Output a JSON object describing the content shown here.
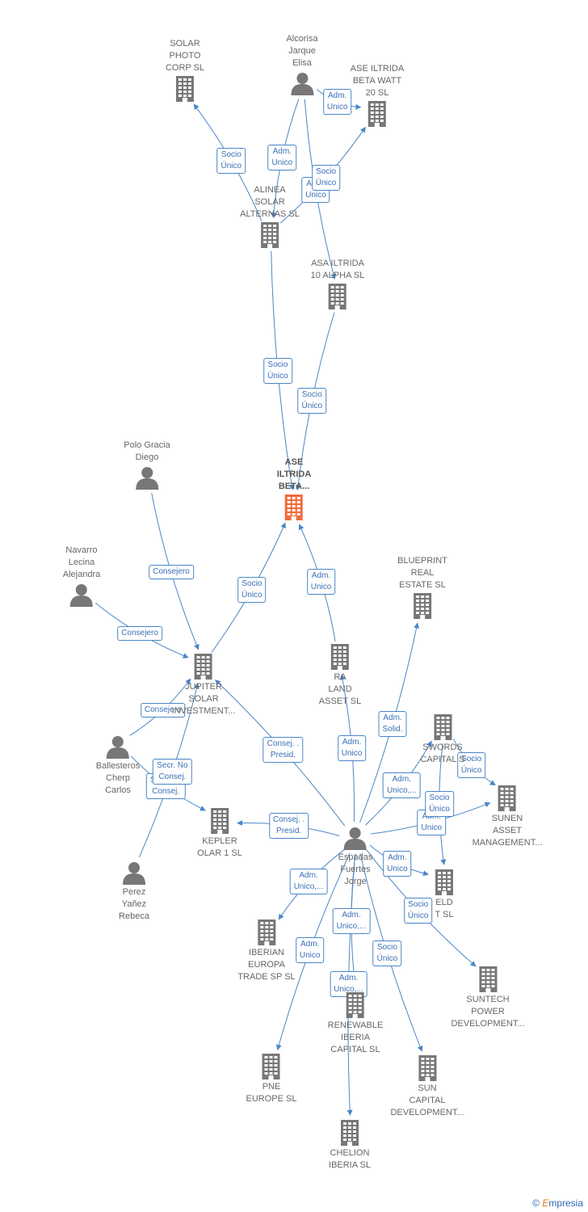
{
  "icons": {
    "person": "person-icon",
    "company": "building-icon",
    "company_main": "building-icon-highlighted"
  },
  "colors": {
    "edge": "#4a86c8",
    "label_text": "#3b6fb6",
    "node_text": "#666666",
    "icon": "#777777",
    "icon_main": "#f26a3c"
  },
  "nodes": [
    {
      "id": "solar_photo",
      "name": "SOLAR\nPHOTO\nCORP SL",
      "type": "company"
    },
    {
      "id": "alcorisa",
      "name": "Alcorisa\nJarque\nElisa",
      "type": "person"
    },
    {
      "id": "ase_beta_watt",
      "name": "ASE ILTRIDA\nBETA WATT\n20  SL",
      "type": "company"
    },
    {
      "id": "alinea",
      "name": "ALINEA\nSOLAR\nALTERNAS SL",
      "type": "company"
    },
    {
      "id": "asa_alpha",
      "name": "ASA ILTRIDA\n10 ALPHA  SL",
      "type": "company"
    },
    {
      "id": "ase_main",
      "name": "ASE\nILTRIDA\nBETA...",
      "type": "company_main"
    },
    {
      "id": "polo",
      "name": "Polo Gracia\nDiego",
      "type": "person"
    },
    {
      "id": "navarro",
      "name": "Navarro\nLecina\nAlejandra",
      "type": "person"
    },
    {
      "id": "jupiter",
      "name": "JUPITER\nSOLAR\nINVESTMENT...",
      "type": "company"
    },
    {
      "id": "blueprint",
      "name": "BLUEPRINT\nREAL\nESTATE  SL",
      "type": "company"
    },
    {
      "id": "terra",
      "name": "RA\nLAND\nASSET  SL",
      "type": "company"
    },
    {
      "id": "swords",
      "name": "SWORDS\nCAPITAL  S",
      "type": "company"
    },
    {
      "id": "sunen",
      "name": "SUNEN\nASSET\nMANAGEMENT...",
      "type": "company"
    },
    {
      "id": "ballesteros",
      "name": "Ballesteros\nCherp\nCarlos",
      "type": "person"
    },
    {
      "id": "kepler",
      "name": "KEPLER\nOLAR 1  SL",
      "type": "company"
    },
    {
      "id": "espadas",
      "name": "Espadas\nFuertes\nJorge",
      "type": "person"
    },
    {
      "id": "perez",
      "name": "Perez\nYañez\nRebeca",
      "type": "person"
    },
    {
      "id": "field",
      "name": "ELD\nT  SL",
      "type": "company"
    },
    {
      "id": "iberian",
      "name": "IBERIAN\nEUROPA\nTRADE SP  SL",
      "type": "company"
    },
    {
      "id": "suntech",
      "name": "SUNTECH\nPOWER\nDEVELOPMENT...",
      "type": "company"
    },
    {
      "id": "renewable",
      "name": "RENEWABLE\nIBERIA\nCAPITAL  SL",
      "type": "company"
    },
    {
      "id": "pne",
      "name": "PNE\nEUROPE  SL",
      "type": "company"
    },
    {
      "id": "sun_capital",
      "name": "SUN\nCAPITAL\nDEVELOPMENT...",
      "type": "company"
    },
    {
      "id": "chelion",
      "name": "CHELION\nIBERIA  SL",
      "type": "company"
    }
  ],
  "edges": [
    {
      "from": "alinea",
      "to": "solar_photo",
      "label": "Socio\nÚnico"
    },
    {
      "from": "alcorisa",
      "to": "alinea",
      "label": "Adm.\nUnico"
    },
    {
      "from": "alcorisa",
      "to": "asa_alpha",
      "label": "Adm.\nUnico"
    },
    {
      "from": "alinea",
      "to": "ase_beta_watt",
      "label": "Socio\nÚnico"
    },
    {
      "from": "alcorisa",
      "to": "ase_beta_watt",
      "label": "Adm.\nUnico"
    },
    {
      "from": "alinea",
      "to": "ase_main",
      "label": "Socio\nÚnico"
    },
    {
      "from": "asa_alpha",
      "to": "ase_main",
      "label": "Socio\nÚnico"
    },
    {
      "from": "polo",
      "to": "jupiter",
      "label": "Consejero"
    },
    {
      "from": "navarro",
      "to": "jupiter",
      "label": "Consejero"
    },
    {
      "from": "jupiter",
      "to": "ase_main",
      "label": "Socio\nÚnico"
    },
    {
      "from": "terra",
      "to": "ase_main",
      "label": "Adm.\nUnico"
    },
    {
      "from": "espadas",
      "to": "blueprint",
      "label": "Adm.\nSolid."
    },
    {
      "from": "espadas",
      "to": "terra",
      "label": "Adm.\nUnico"
    },
    {
      "from": "espadas",
      "to": "jupiter",
      "label": "Consej. .\nPresid."
    },
    {
      "from": "ballesteros",
      "to": "jupiter",
      "label": "Consejero"
    },
    {
      "from": "ballesteros",
      "to": "kepler",
      "label": "Secr.  No\nConsej."
    },
    {
      "from": "perez",
      "to": "jupiter",
      "label": "Secr.  No\nConsej."
    },
    {
      "from": "espadas",
      "to": "kepler",
      "label": "Consej. .\nPresid."
    },
    {
      "from": "espadas",
      "to": "swords",
      "label": "Adm.\nUnico,..."
    },
    {
      "from": "swords",
      "to": "sunen",
      "label": "Socio\nÚnico"
    },
    {
      "from": "espadas",
      "to": "sunen",
      "label": "Adm.\nUnico"
    },
    {
      "from": "swords",
      "to": "field",
      "label": "Socio\nÚnico"
    },
    {
      "from": "espadas",
      "to": "field",
      "label": "Adm.\nUnico"
    },
    {
      "from": "espadas",
      "to": "suntech",
      "label": "Socio\nÚnico"
    },
    {
      "from": "espadas",
      "to": "iberian",
      "label": "Adm.\nUnico,..."
    },
    {
      "from": "espadas",
      "to": "renewable",
      "label": "Adm.\nUnico,..."
    },
    {
      "from": "espadas",
      "to": "pne",
      "label": "Adm.\nUnico"
    },
    {
      "from": "espadas",
      "to": "chelion",
      "label": "Adm.\nUnico,..."
    },
    {
      "from": "espadas",
      "to": "sun_capital",
      "label": "Socio\nÚnico"
    }
  ],
  "brand": {
    "copyright": "©",
    "name_initial": "E",
    "name_rest": "mpresia"
  }
}
